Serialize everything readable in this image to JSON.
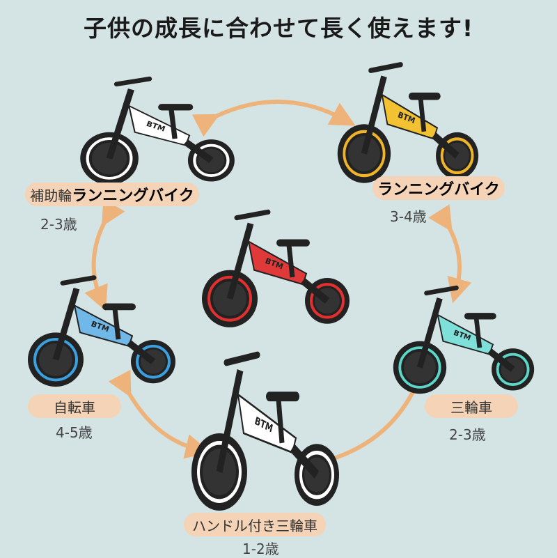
{
  "title": "子供の成長に合わせて長く使えます!",
  "colors": {
    "background": "#d4e4e4",
    "pill": "#f4d3b6",
    "arrow": "#eeb37a"
  },
  "logo_text": "BTM",
  "stages": [
    {
      "id": "training-wheel-balance",
      "label_a": "補助輪",
      "label_b": "ランニングバイク",
      "age": "2-3歳",
      "frame": "#ffffff",
      "rim": "#ffffff"
    },
    {
      "id": "balance-bike",
      "label_a": "",
      "label_b": "ランニングバイク",
      "age": "3-4歳",
      "frame": "#f3c232",
      "rim": "#f0b429"
    },
    {
      "id": "tricycle",
      "label_a": "三輪車",
      "label_b": "",
      "age": "2-3歳",
      "frame": "#7ee0d8",
      "rim": "#5cd6c8"
    },
    {
      "id": "handle-tricycle",
      "label_a": "ハンドル付き三輪車",
      "label_b": "",
      "age": "1-2歳",
      "frame": "#ffffff",
      "rim": "#ffffff"
    },
    {
      "id": "bicycle",
      "label_a": "自転車",
      "label_b": "",
      "age": "4-5歳",
      "frame": "#6fb8e8",
      "rim": "#3aa0e0"
    },
    {
      "id": "center",
      "label_a": "",
      "label_b": "",
      "age": "",
      "frame": "#e0393a",
      "rim": "#e03030"
    }
  ]
}
